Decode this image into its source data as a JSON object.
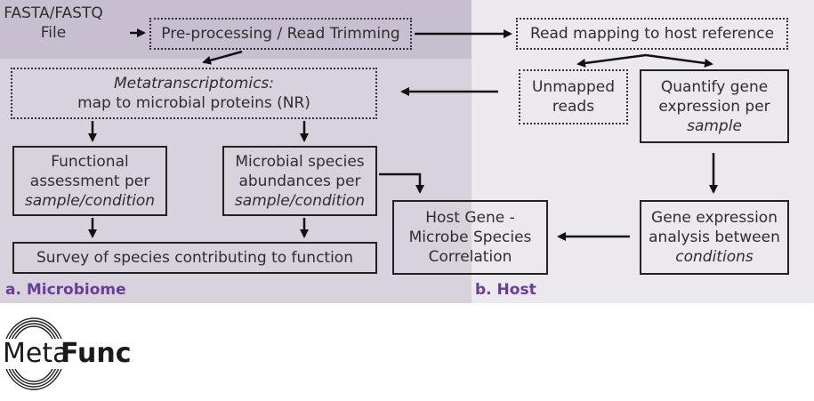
{
  "colors": {
    "microbiome_bg": "#d8d2dd",
    "host_bg": "#ebe8ee",
    "header_band": "#c7bfcf",
    "label_purple": "#6a3d9a",
    "arrow": "#111111"
  },
  "input": {
    "line1": "FASTA/FASTQ",
    "line2": "File"
  },
  "steps": {
    "preprocess": {
      "text": "Pre-processing / Read Trimming"
    },
    "host_mapping": {
      "text": "Read mapping to host reference"
    },
    "metatranscriptomics": {
      "line1": "Metatranscriptomics:",
      "line2": "map to microbial proteins (NR)"
    },
    "unmapped": {
      "line1": "Unmapped",
      "line2": "reads"
    },
    "quantify": {
      "line1": "Quantify gene",
      "line2": "expression per",
      "line3": "sample"
    },
    "functional": {
      "line1": "Functional",
      "line2": "assessment per",
      "line3": "sample/condition"
    },
    "species": {
      "line1": "Microbial species",
      "line2": "abundances per",
      "line3": "sample/condition"
    },
    "survey": {
      "text": "Survey of species contributing to function"
    },
    "correlation": {
      "line1": "Host Gene -",
      "line2": "Microbe Species",
      "line3": "Correlation"
    },
    "gene_expression": {
      "line1": "Gene expression",
      "line2": "analysis between",
      "line3": "conditions"
    }
  },
  "panels": {
    "microbiome_label": "a. Microbiome",
    "host_label": "b. Host"
  },
  "logo": {
    "left": "Meta",
    "right": "Func"
  }
}
